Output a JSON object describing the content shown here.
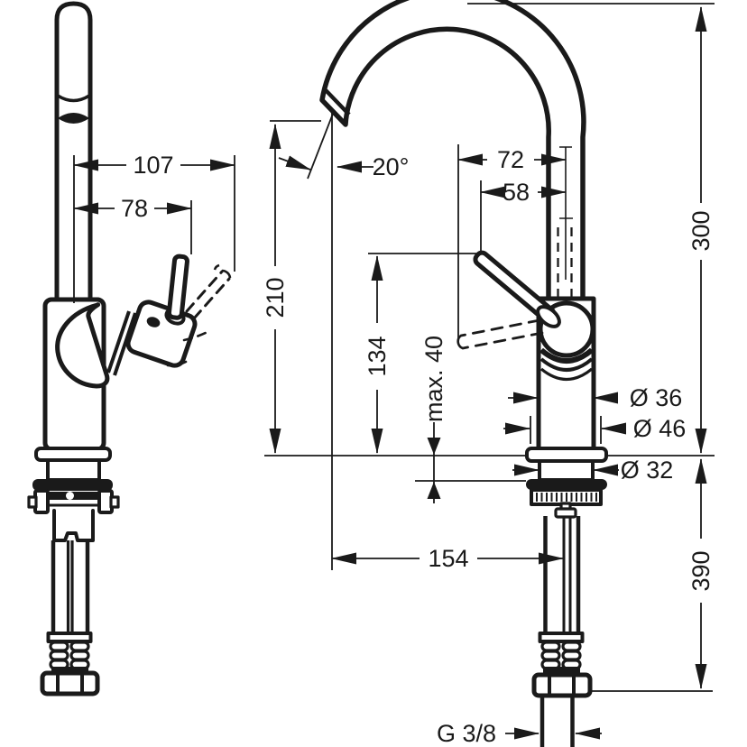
{
  "dims": {
    "d107": "107",
    "d78": "78",
    "deg20": "20°",
    "d72": "72",
    "d58": "58",
    "d300": "300",
    "d210": "210",
    "d134": "134",
    "max40": "max. 40",
    "dia36": "Ø 36",
    "dia46": "Ø 46",
    "dia32": "Ø 32",
    "d154": "154",
    "d390": "390",
    "thread": "G 3/8"
  },
  "colors": {
    "ink": "#1a1a1a",
    "background": "#ffffff"
  }
}
